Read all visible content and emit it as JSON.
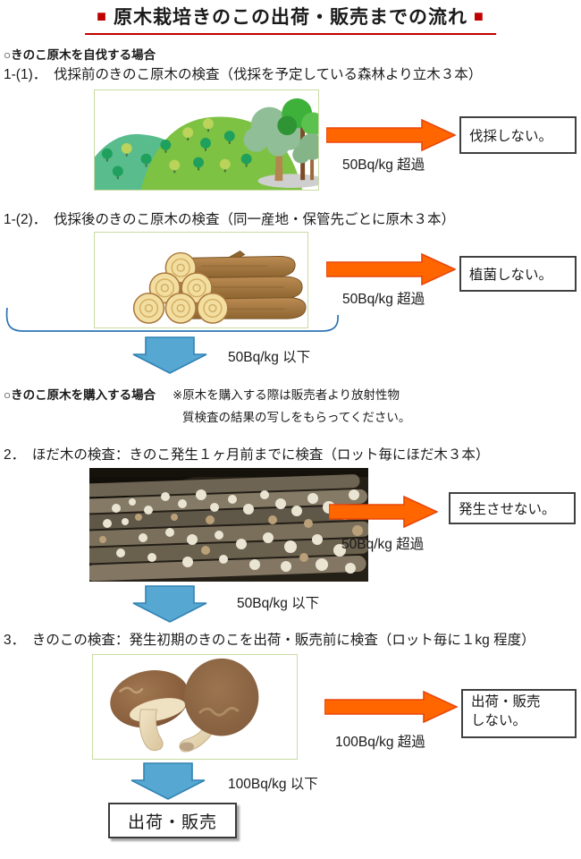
{
  "title": {
    "left_square": "■",
    "text": "原木栽培きのこの出荷・販売までの流れ",
    "right_square": "■"
  },
  "sections": {
    "self_fell_heading": "○きのこ原木を自伐する場合",
    "purchase_heading": "○きのこ原木を購入する場合",
    "purchase_note_line1": "※原木を購入する際は販売者より放射性物",
    "purchase_note_line2": "質検査の結果の写しをもらってください。"
  },
  "steps": [
    {
      "heading": "1-(1)．　伐採前のきのこ原木の検査（伐採を予定している森林より立木３本）",
      "image": "standing-trees-illustration",
      "fail_label": "50Bq/kg 超過",
      "fail_action": "伐採しない。"
    },
    {
      "heading": "1-(2)．　伐採後のきのこ原木の検査（同一産地・保管先ごとに原木３本）",
      "image": "felled-logs-illustration",
      "fail_label": "50Bq/kg 超過",
      "fail_action": "植菌しない。",
      "pass_label": "50Bq/kg 以下"
    },
    {
      "heading": "2．　ほだ木の検査：きのこ発生１ヶ月前までに検査（ロット毎にほだ木３本）",
      "image": "hodagi-log-stack-photo",
      "fail_label": "50Bq/kg 超過",
      "fail_action": "発生させない。",
      "pass_label": "50Bq/kg 以下"
    },
    {
      "heading": "3．　きのこの検査：発生初期のきのこを出荷・販売前に検査（ロット毎に１kg 程度）",
      "image": "shiitake-mushrooms-illustration",
      "fail_label": "100Bq/kg 超過",
      "fail_action": "出荷・販売\nしない。",
      "pass_label": "100Bq/kg 以下"
    }
  ],
  "final_box": "出荷・販売",
  "colors": {
    "accent_red": "#C00000",
    "arrow_orange_fill": "#FF6600",
    "arrow_orange_border": "#E8470B",
    "arrow_blue_fill": "#56A8D2",
    "arrow_blue_border": "#3182B4",
    "bracket_blue": "#2E74B5",
    "image_border_green": "#C9DBA3"
  }
}
